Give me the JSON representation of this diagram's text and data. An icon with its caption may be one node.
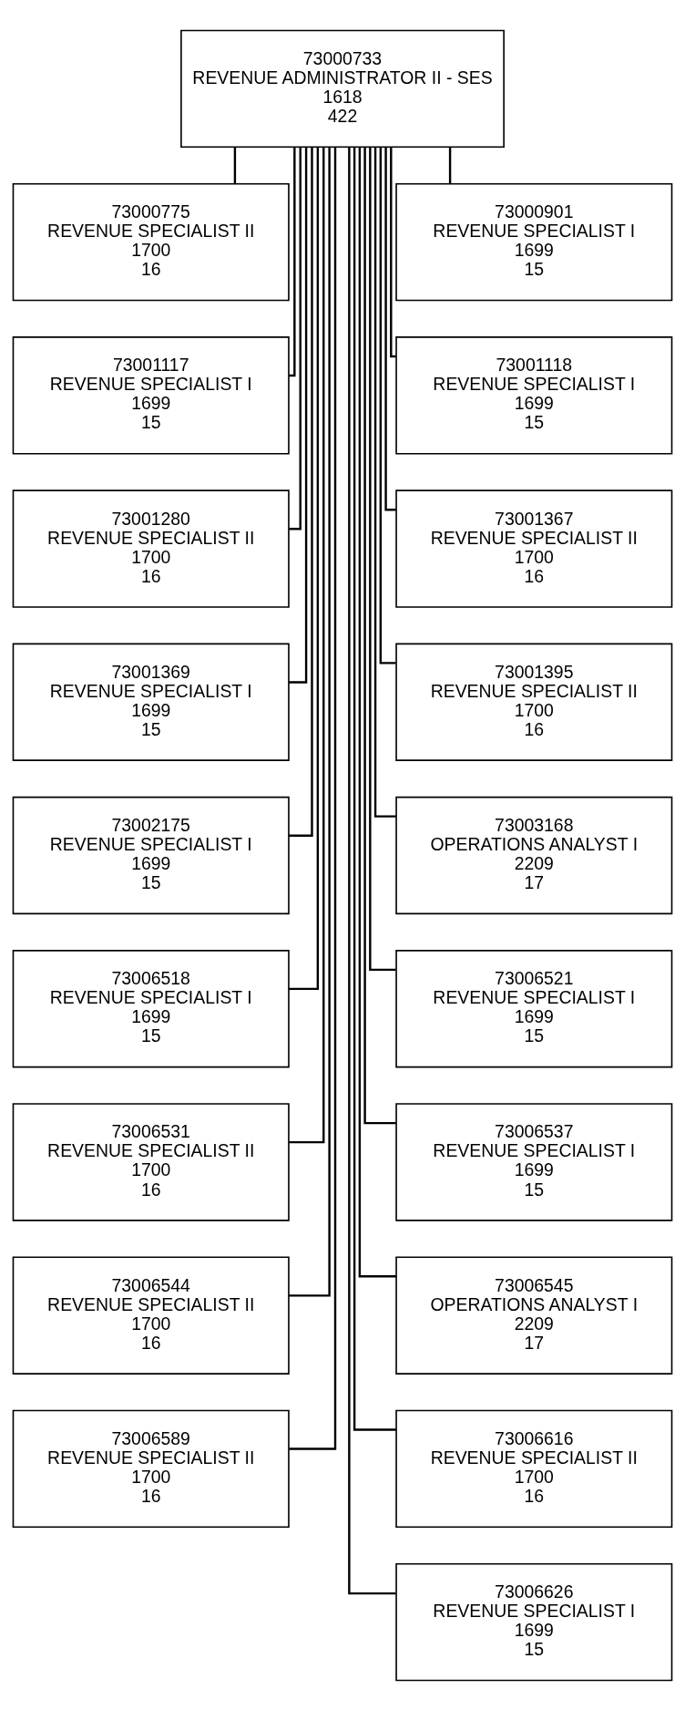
{
  "diagram": {
    "nodes": [
      {
        "text": [
          "73000733",
          "REVENUE ADMINISTRATOR II - SES",
          "1618",
          "422"
        ]
      },
      {
        "text": [
          "73000775",
          "REVENUE SPECIALIST II",
          "1700",
          "16"
        ]
      },
      {
        "text": [
          "73000901",
          "REVENUE SPECIALIST I",
          "1699",
          "15"
        ]
      },
      {
        "text": [
          "73001117",
          "REVENUE SPECIALIST I",
          "1699",
          "15"
        ]
      },
      {
        "text": [
          "73001118",
          "REVENUE SPECIALIST I",
          "1699",
          "15"
        ]
      },
      {
        "text": [
          "73001280",
          "REVENUE SPECIALIST II",
          "1700",
          "16"
        ]
      },
      {
        "text": [
          "73001367",
          "REVENUE SPECIALIST II",
          "1700",
          "16"
        ]
      },
      {
        "text": [
          "73001369",
          "REVENUE SPECIALIST I",
          "1699",
          "15"
        ]
      },
      {
        "text": [
          "73001395",
          "REVENUE SPECIALIST II",
          "1700",
          "16"
        ]
      },
      {
        "text": [
          "73002175",
          "REVENUE SPECIALIST I",
          "1699",
          "15"
        ]
      },
      {
        "text": [
          "73003168",
          "OPERATIONS ANALYST I",
          "2209",
          "17"
        ]
      },
      {
        "text": [
          "73006518",
          "REVENUE SPECIALIST I",
          "1699",
          "15"
        ]
      },
      {
        "text": [
          "73006521",
          "REVENUE SPECIALIST I",
          "1699",
          "15"
        ]
      },
      {
        "text": [
          "73006531",
          "REVENUE SPECIALIST II",
          "1700",
          "16"
        ]
      },
      {
        "text": [
          "73006537",
          "REVENUE SPECIALIST I",
          "1699",
          "15"
        ]
      },
      {
        "text": [
          "73006544",
          "REVENUE SPECIALIST II",
          "1700",
          "16"
        ]
      },
      {
        "text": [
          "73006545",
          "OPERATIONS ANALYST I",
          "2209",
          "17"
        ]
      },
      {
        "text": [
          "73006589",
          "REVENUE SPECIALIST II",
          "1700",
          "16"
        ]
      },
      {
        "text": [
          "73006616",
          "REVENUE SPECIALIST II",
          "1700",
          "16"
        ]
      },
      {
        "text": [
          "73006626",
          "REVENUE SPECIALIST I",
          "1699",
          "15"
        ]
      }
    ],
    "edges": [
      {
        "from": 0,
        "to": 1,
        "arrow": "none"
      },
      {
        "from": 0,
        "to": 2,
        "arrow": "none"
      },
      {
        "from": 0,
        "to": 3,
        "arrow": "none"
      },
      {
        "from": 0,
        "to": 4,
        "arrow": "none"
      },
      {
        "from": 0,
        "to": 5,
        "arrow": "none"
      },
      {
        "from": 0,
        "to": 6,
        "arrow": "none"
      },
      {
        "from": 0,
        "to": 7,
        "arrow": "none"
      },
      {
        "from": 0,
        "to": 8,
        "arrow": "none"
      },
      {
        "from": 0,
        "to": 9,
        "arrow": "none"
      },
      {
        "from": 0,
        "to": 10,
        "arrow": "none"
      },
      {
        "from": 0,
        "to": 11,
        "arrow": "none"
      },
      {
        "from": 0,
        "to": 12,
        "arrow": "none"
      },
      {
        "from": 0,
        "to": 13,
        "arrow": "none"
      },
      {
        "from": 0,
        "to": 14,
        "arrow": "none"
      },
      {
        "from": 0,
        "to": 15,
        "arrow": "none"
      },
      {
        "from": 0,
        "to": 16,
        "arrow": "none"
      },
      {
        "from": 0,
        "to": 17,
        "arrow": "none"
      },
      {
        "from": 0,
        "to": 18,
        "arrow": "none"
      },
      {
        "from": 0,
        "to": 19,
        "arrow": "none"
      }
    ]
  }
}
